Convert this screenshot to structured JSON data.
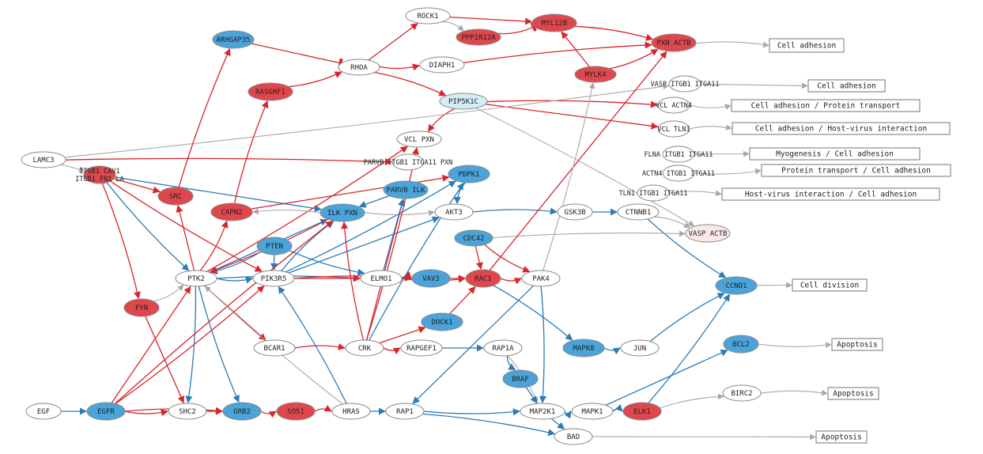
{
  "colors": {
    "up": "#e0474c",
    "down": "#4aa3d9",
    "light_blue": "#d4ecf7",
    "light_red": "#fbe9ea",
    "neutral": "#ffffff",
    "activation": "#d9252b",
    "inhibition": "#2a7bb8",
    "other": "#a8a8a8",
    "node_stroke": "#888888"
  },
  "nodes": [
    {
      "id": "ROCK1",
      "label": "ROCK1",
      "state": "neutral"
    },
    {
      "id": "PPP1R12A",
      "label": "PPP1R12A",
      "state": "up"
    },
    {
      "id": "MYL12B",
      "label": "MYL12B",
      "state": "up"
    },
    {
      "id": "PXN_ACTB",
      "label": "PXN ACTB",
      "state": "up"
    },
    {
      "id": "ARHGAP35",
      "label": "ARHGAP35",
      "state": "down"
    },
    {
      "id": "RHOA",
      "label": "RHOA",
      "state": "neutral"
    },
    {
      "id": "DIAPH1",
      "label": "DIAPH1",
      "state": "neutral"
    },
    {
      "id": "RASGRF1",
      "label": "RASGRF1",
      "state": "up"
    },
    {
      "id": "MYLK4",
      "label": "MYLK4",
      "state": "up"
    },
    {
      "id": "PIP5K1C",
      "label": "PIP5K1C",
      "state": "light_blue"
    },
    {
      "id": "VASP_ITGB1_ITGA11",
      "label": "VASP ITGB1 ITGA11",
      "state": "neutral"
    },
    {
      "id": "VCL_ACTN4",
      "label": "VCL ACTN4",
      "state": "neutral"
    },
    {
      "id": "VCL_TLN1",
      "label": "VCL TLN1",
      "state": "neutral"
    },
    {
      "id": "VCL_PXN",
      "label": "VCL PXN",
      "state": "neutral"
    },
    {
      "id": "LAMC3",
      "label": "LAMC3",
      "state": "neutral"
    },
    {
      "id": "ITGB1_CAV1",
      "label": "ITGB1 CAV1\nITGB1 FN1 LA",
      "state": "up"
    },
    {
      "id": "PARVB_ITGB1",
      "label": "PARVB ITGB1 ITGA11 PXN",
      "state": "neutral"
    },
    {
      "id": "FLNA_ITGB1",
      "label": "FLNA ITGB1 ITGA11",
      "state": "neutral"
    },
    {
      "id": "ACTN4_ITGB1",
      "label": "ACTN4 ITGB1 ITGA11",
      "state": "neutral"
    },
    {
      "id": "TLN1_ITGB1",
      "label": "TLN1 ITGB1 ITGA11",
      "state": "neutral"
    },
    {
      "id": "SRC",
      "label": "SRC",
      "state": "up"
    },
    {
      "id": "PDPK1",
      "label": "PDPK1",
      "state": "down"
    },
    {
      "id": "PARVB_ILK",
      "label": "PARVB ILK",
      "state": "down"
    },
    {
      "id": "CAPN2",
      "label": "CAPN2",
      "state": "up"
    },
    {
      "id": "ILK_PXN",
      "label": "ILK PXN",
      "state": "down"
    },
    {
      "id": "AKT3",
      "label": "AKT3",
      "state": "neutral"
    },
    {
      "id": "GSK3B",
      "label": "GSK3B",
      "state": "neutral"
    },
    {
      "id": "CTNNB1",
      "label": "CTNNB1",
      "state": "neutral"
    },
    {
      "id": "VASP_ACTB",
      "label": "VASP ACTB",
      "state": "light_red"
    },
    {
      "id": "CDC42",
      "label": "CDC42",
      "state": "down"
    },
    {
      "id": "PTEN",
      "label": "PTEN",
      "state": "down"
    },
    {
      "id": "PTK2",
      "label": "PTK2",
      "state": "neutral"
    },
    {
      "id": "PIK3R5",
      "label": "PIK3R5",
      "state": "neutral"
    },
    {
      "id": "ELMO1",
      "label": "ELMO1",
      "state": "neutral"
    },
    {
      "id": "VAV3",
      "label": "VAV3",
      "state": "down"
    },
    {
      "id": "RAC1",
      "label": "RAC1",
      "state": "up"
    },
    {
      "id": "PAK4",
      "label": "PAK4",
      "state": "neutral"
    },
    {
      "id": "CCND1",
      "label": "CCND1",
      "state": "down"
    },
    {
      "id": "FYN",
      "label": "FYN",
      "state": "up"
    },
    {
      "id": "DOCK1",
      "label": "DOCK1",
      "state": "down"
    },
    {
      "id": "BCAR1",
      "label": "BCAR1",
      "state": "neutral"
    },
    {
      "id": "CRK",
      "label": "CRK",
      "state": "neutral"
    },
    {
      "id": "RAPGEF1",
      "label": "RAPGEF1",
      "state": "neutral"
    },
    {
      "id": "RAP1A",
      "label": "RAP1A",
      "state": "neutral"
    },
    {
      "id": "MAPK8",
      "label": "MAPK8",
      "state": "down"
    },
    {
      "id": "JUN",
      "label": "JUN",
      "state": "neutral"
    },
    {
      "id": "BCL2",
      "label": "BCL2",
      "state": "down"
    },
    {
      "id": "BRAF",
      "label": "BRAF",
      "state": "down"
    },
    {
      "id": "BIRC2",
      "label": "BIRC2",
      "state": "neutral"
    },
    {
      "id": "EGF",
      "label": "EGF",
      "state": "neutral"
    },
    {
      "id": "EGFR",
      "label": "EGFR",
      "state": "down"
    },
    {
      "id": "SHC2",
      "label": "SHC2",
      "state": "neutral"
    },
    {
      "id": "GRB2",
      "label": "GRB2",
      "state": "down"
    },
    {
      "id": "SOS1",
      "label": "SOS1",
      "state": "up"
    },
    {
      "id": "HRAS",
      "label": "HRAS",
      "state": "neutral"
    },
    {
      "id": "RAP1",
      "label": "RAP1",
      "state": "neutral"
    },
    {
      "id": "MAP2K1",
      "label": "MAP2K1",
      "state": "neutral"
    },
    {
      "id": "MAPK1",
      "label": "MAPK1",
      "state": "neutral"
    },
    {
      "id": "ELK1",
      "label": "ELK1",
      "state": "up"
    },
    {
      "id": "BAD",
      "label": "BAD",
      "state": "neutral"
    }
  ],
  "outcomes": [
    {
      "id": "out_adhesion_1",
      "label": "Cell adhesion"
    },
    {
      "id": "out_adhesion_2",
      "label": "Cell adhesion"
    },
    {
      "id": "out_adhesion_transport",
      "label": "Cell adhesion / Protein transport"
    },
    {
      "id": "out_adhesion_virus",
      "label": "Cell adhesion / Host-virus interaction"
    },
    {
      "id": "out_myogenesis",
      "label": "Myogenesis / Cell adhesion"
    },
    {
      "id": "out_transport_adhesion",
      "label": "Protein transport / Cell adhesion"
    },
    {
      "id": "out_virus_adhesion",
      "label": "Host-virus interaction / Cell adhesion"
    },
    {
      "id": "out_division",
      "label": "Cell division"
    },
    {
      "id": "out_apoptosis_1",
      "label": "Apoptosis"
    },
    {
      "id": "out_apoptosis_2",
      "label": "Apoptosis"
    },
    {
      "id": "out_apoptosis_3",
      "label": "Apoptosis"
    }
  ],
  "edges": [
    [
      "ROCK1",
      "PPP1R12A",
      "other"
    ],
    [
      "ROCK1",
      "MYL12B",
      "activation"
    ],
    [
      "PPP1R12A",
      "MYL12B",
      "inhibition_red"
    ],
    [
      "MYL12B",
      "PXN_ACTB",
      "activation"
    ],
    [
      "RHOA",
      "ROCK1",
      "activation"
    ],
    [
      "RHOA",
      "DIAPH1",
      "activation"
    ],
    [
      "RHOA",
      "PIP5K1C",
      "activation"
    ],
    [
      "ARHGAP35",
      "RHOA",
      "inhibition_red"
    ],
    [
      "RASGRF1",
      "RHOA",
      "activation"
    ],
    [
      "DIAPH1",
      "PXN_ACTB",
      "activation"
    ],
    [
      "MYLK4",
      "MYL12B",
      "activation"
    ],
    [
      "MYLK4",
      "PXN_ACTB",
      "activation"
    ],
    [
      "PIP5K1C",
      "VCL_ACTN4",
      "activation"
    ],
    [
      "PIP5K1C",
      "VCL_TLN1",
      "activation"
    ],
    [
      "PIP5K1C",
      "VCL_PXN",
      "activation"
    ],
    [
      "PIP5K1C",
      "VASP_ACTB",
      "other"
    ],
    [
      "LAMC3",
      "ITGB1_CAV1",
      "other"
    ],
    [
      "LAMC3",
      "VASP_ITGB1_ITGA11",
      "other"
    ],
    [
      "LAMC3",
      "PARVB_ITGB1",
      "activation"
    ],
    [
      "ITGB1_CAV1",
      "SRC",
      "activation"
    ],
    [
      "ITGB1_CAV1",
      "PTK2",
      "inhibition"
    ],
    [
      "ITGB1_CAV1",
      "FYN",
      "activation"
    ],
    [
      "ITGB1_CAV1",
      "ILK_PXN",
      "inhibition"
    ],
    [
      "ITGB1_CAV1",
      "PIK3R5",
      "activation"
    ],
    [
      "SRC",
      "ARHGAP35",
      "activation"
    ],
    [
      "PTK2",
      "SRC",
      "activation"
    ],
    [
      "PTK2",
      "CAPN2",
      "activation"
    ],
    [
      "CAPN2",
      "RASGRF1",
      "activation"
    ],
    [
      "CAPN2",
      "PDPK1",
      "activation"
    ],
    [
      "PTK2",
      "PIK3R5",
      "inhibition"
    ],
    [
      "PTK2",
      "ELMO1",
      "inhibition"
    ],
    [
      "PTK2",
      "BCAR1",
      "activation"
    ],
    [
      "PTK2",
      "GRB2",
      "inhibition"
    ],
    [
      "PTK2",
      "SHC2",
      "inhibition"
    ],
    [
      "PTK2",
      "ILK_PXN",
      "inhibition"
    ],
    [
      "PTK2",
      "VCL_PXN",
      "activation"
    ],
    [
      "PTEN",
      "PTK2",
      "inhibition"
    ],
    [
      "PTEN",
      "PIK3R5",
      "inhibition"
    ],
    [
      "PTEN",
      "ELMO1",
      "inhibition"
    ],
    [
      "PIK3R5",
      "ILK_PXN",
      "inhibition"
    ],
    [
      "PIK3R5",
      "AKT3",
      "inhibition"
    ],
    [
      "PIK3R5",
      "PDPK1",
      "inhibition"
    ],
    [
      "PIK3R5",
      "VAV3",
      "activation"
    ],
    [
      "PIK3R5",
      "ELMO1",
      "activation"
    ],
    [
      "ILK_PXN",
      "AKT3",
      "other"
    ],
    [
      "ILK_PXN",
      "PTK2",
      "activation"
    ],
    [
      "PARVB_ILK",
      "ILK_PXN",
      "inhibition"
    ],
    [
      "PDPK1",
      "AKT3",
      "inhibition"
    ],
    [
      "AKT3",
      "GSK3B",
      "inhibition"
    ],
    [
      "GSK3B",
      "CTNNB1",
      "inhibition"
    ],
    [
      "CTNNB1",
      "CCND1",
      "inhibition"
    ],
    [
      "CTNNB1",
      "VASP_ACTB",
      "other"
    ],
    [
      "CDC42",
      "RAC1",
      "activation"
    ],
    [
      "CDC42",
      "PAK4",
      "activation"
    ],
    [
      "CDC42",
      "VASP_ACTB",
      "other"
    ],
    [
      "VAV3",
      "RAC1",
      "activation"
    ],
    [
      "ELMO1",
      "RAC1",
      "activation"
    ],
    [
      "ELMO1",
      "VAV3",
      "activation"
    ],
    [
      "DOCK1",
      "RAC1",
      "activation"
    ],
    [
      "RAC1",
      "PAK4",
      "activation"
    ],
    [
      "RAC1",
      "MAPK8",
      "inhibition"
    ],
    [
      "RAC1",
      "PXN_ACTB",
      "activation"
    ],
    [
      "PAK4",
      "MYLK4",
      "other"
    ],
    [
      "PAK4",
      "MAP2K1",
      "inhibition"
    ],
    [
      "PAK4",
      "RAP1",
      "inhibition"
    ],
    [
      "MAPK8",
      "JUN",
      "inhibition"
    ],
    [
      "JUN",
      "CCND1",
      "inhibition"
    ],
    [
      "CRK",
      "DOCK1",
      "activation"
    ],
    [
      "CRK",
      "RAPGEF1",
      "activation"
    ],
    [
      "CRK",
      "ILK_PXN",
      "activation"
    ],
    [
      "CRK",
      "PARVB_ILK",
      "activation"
    ],
    [
      "CRK",
      "VCL_PXN",
      "activation"
    ],
    [
      "BCAR1",
      "CRK",
      "activation"
    ],
    [
      "RAPGEF1",
      "RAP1A",
      "inhibition"
    ],
    [
      "RAP1A",
      "BRAF",
      "inhibition"
    ],
    [
      "RAP1A",
      "MAP2K1",
      "other"
    ],
    [
      "BRAF",
      "MAP2K1",
      "inhibition"
    ],
    [
      "MAP2K1",
      "MAPK1",
      "inhibition"
    ],
    [
      "MAPK1",
      "ELK1",
      "inhibition"
    ],
    [
      "MAPK1",
      "BCL2",
      "inhibition"
    ],
    [
      "ELK1",
      "CCND1",
      "inhibition"
    ],
    [
      "ELK1",
      "BIRC2",
      "other"
    ],
    [
      "MAP2K1",
      "BAD",
      "inhibition"
    ],
    [
      "RAP1",
      "MAP2K1",
      "inhibition"
    ],
    [
      "RAP1",
      "BAD",
      "inhibition"
    ],
    [
      "EGF",
      "EGFR",
      "inhibition"
    ],
    [
      "EGFR",
      "SHC2",
      "activation"
    ],
    [
      "EGFR",
      "GRB2",
      "activation"
    ],
    [
      "EGFR",
      "PTK2",
      "activation"
    ],
    [
      "EGFR",
      "PIK3R5",
      "activation"
    ],
    [
      "EGFR",
      "ILK_PXN",
      "activation"
    ],
    [
      "SHC2",
      "GRB2",
      "activation"
    ],
    [
      "GRB2",
      "SOS1",
      "activation"
    ],
    [
      "SOS1",
      "HRAS",
      "activation"
    ],
    [
      "HRAS",
      "RAP1",
      "inhibition"
    ],
    [
      "HRAS",
      "PIK3R5",
      "inhibition"
    ],
    [
      "HRAS",
      "PTK2",
      "other"
    ],
    [
      "FYN",
      "SHC2",
      "activation"
    ],
    [
      "FYN",
      "PTK2",
      "other"
    ],
    [
      "CRK",
      "PDPK1",
      "inhibition"
    ],
    [
      "ELMO1",
      "PARVB_ILK",
      "inhibition"
    ],
    [
      "ILK_PXN",
      "CAPN2",
      "other"
    ],
    [
      "PXN_ACTB",
      "out_adhesion_1",
      "other"
    ],
    [
      "VASP_ITGB1_ITGA11",
      "out_adhesion_2",
      "other"
    ],
    [
      "VCL_ACTN4",
      "out_adhesion_transport",
      "other"
    ],
    [
      "VCL_TLN1",
      "out_adhesion_virus",
      "other"
    ],
    [
      "FLNA_ITGB1",
      "out_myogenesis",
      "other"
    ],
    [
      "ACTN4_ITGB1",
      "out_transport_adhesion",
      "other"
    ],
    [
      "TLN1_ITGB1",
      "out_virus_adhesion",
      "other"
    ],
    [
      "CCND1",
      "out_division",
      "other"
    ],
    [
      "BCL2",
      "out_apoptosis_1",
      "other"
    ],
    [
      "BIRC2",
      "out_apoptosis_2",
      "other"
    ],
    [
      "BAD",
      "out_apoptosis_3",
      "other"
    ]
  ]
}
